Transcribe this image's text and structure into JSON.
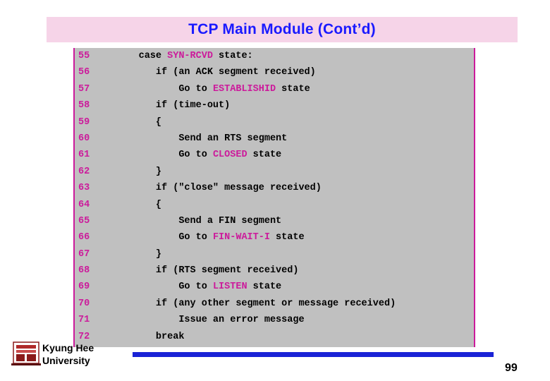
{
  "slide": {
    "title": "TCP Main Module (Cont’d)",
    "title_color": "#1a1aff",
    "banner_color": "#f6d4e8",
    "code_panel_bg": "#c0c0c0",
    "code_panel_border": "#cc1a9b",
    "keyword_color": "#cc1a9b",
    "page_number": "99"
  },
  "code": {
    "lines": [
      {
        "no": "55",
        "indent": 6,
        "parts": [
          {
            "t": "case ",
            "k": false
          },
          {
            "t": "SYN-RCVD",
            "k": true
          },
          {
            "t": " state:",
            "k": false
          }
        ]
      },
      {
        "no": "56",
        "indent": 9,
        "parts": [
          {
            "t": "if (an ACK segment received)",
            "k": false
          }
        ]
      },
      {
        "no": "57",
        "indent": 13,
        "parts": [
          {
            "t": "Go to ",
            "k": false
          },
          {
            "t": "ESTABLISHID",
            "k": true
          },
          {
            "t": " state",
            "k": false
          }
        ]
      },
      {
        "no": "58",
        "indent": 9,
        "parts": [
          {
            "t": "if (time-out)",
            "k": false
          }
        ]
      },
      {
        "no": "59",
        "indent": 9,
        "parts": [
          {
            "t": "{",
            "k": false
          }
        ]
      },
      {
        "no": "60",
        "indent": 13,
        "parts": [
          {
            "t": "Send an RTS segment",
            "k": false
          }
        ]
      },
      {
        "no": "61",
        "indent": 13,
        "parts": [
          {
            "t": "Go to ",
            "k": false
          },
          {
            "t": "CLOSED",
            "k": true
          },
          {
            "t": " state",
            "k": false
          }
        ]
      },
      {
        "no": "62",
        "indent": 9,
        "parts": [
          {
            "t": "}",
            "k": false
          }
        ]
      },
      {
        "no": "63",
        "indent": 9,
        "parts": [
          {
            "t": "if (\"close\" message received)",
            "k": false
          }
        ]
      },
      {
        "no": "64",
        "indent": 9,
        "parts": [
          {
            "t": "{",
            "k": false
          }
        ]
      },
      {
        "no": "65",
        "indent": 13,
        "parts": [
          {
            "t": "Send a FIN segment",
            "k": false
          }
        ]
      },
      {
        "no": "66",
        "indent": 13,
        "parts": [
          {
            "t": "Go to ",
            "k": false
          },
          {
            "t": "FIN-WAIT-I",
            "k": true
          },
          {
            "t": " state",
            "k": false
          }
        ]
      },
      {
        "no": "67",
        "indent": 9,
        "parts": [
          {
            "t": "}",
            "k": false
          }
        ]
      },
      {
        "no": "68",
        "indent": 9,
        "parts": [
          {
            "t": "if (RTS segment received)",
            "k": false
          }
        ]
      },
      {
        "no": "69",
        "indent": 13,
        "parts": [
          {
            "t": "Go to ",
            "k": false
          },
          {
            "t": "LISTEN",
            "k": true
          },
          {
            "t": " state",
            "k": false
          }
        ]
      },
      {
        "no": "70",
        "indent": 9,
        "parts": [
          {
            "t": "if (any other segment or message received)",
            "k": false
          }
        ]
      },
      {
        "no": "71",
        "indent": 13,
        "parts": [
          {
            "t": "Issue an error message",
            "k": false
          }
        ]
      },
      {
        "no": "72",
        "indent": 9,
        "parts": [
          {
            "t": "break",
            "k": false
          }
        ]
      }
    ]
  },
  "footer": {
    "university_line1": "Kyung Hee",
    "university_line2": "University",
    "rule_color": "#1a23d6"
  }
}
